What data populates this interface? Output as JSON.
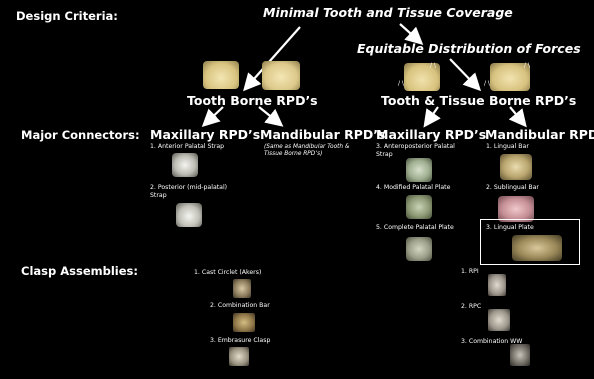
{
  "labels": {
    "design_criteria": "Design Criteria:",
    "major_connectors": "Major Connectors:",
    "clasp_assemblies": "Clasp Assemblies:"
  },
  "criteria": {
    "minimal": "Minimal Tooth and Tissue Coverage",
    "equitable": "Equitable Distribution of Forces"
  },
  "groups": {
    "tooth_borne": "Tooth Borne RPD’s",
    "tooth_tissue_borne": "Tooth & Tissue Borne RPD’s"
  },
  "columns": {
    "tb_maxillary": "Maxillary RPD’s",
    "tb_mandibular": "Mandibular RPD’s",
    "tt_maxillary": "Maxillary RPD’s",
    "tt_mandibular": "Mandibular RPD’s"
  },
  "tb_mandibular_note": "(Same as Mandibular Tooth & Tissue Borne RPD’s)",
  "tb_maxillary_items": [
    "1. Anterior Palatal Strap",
    "2. Posterior (mid-palatal) Strap"
  ],
  "tt_maxillary_items": [
    "3. Anteroposterior Palatal Strap",
    "4. Modified Palatal Plate",
    "5. Complete Palatal Plate"
  ],
  "tt_mandibular_items": [
    "1. Lingual Bar",
    "2. Sublingual Bar",
    "3. Lingual Plate"
  ],
  "clasps_left": [
    "1. Cast Circlet (Akers)",
    "2. Combination Bar",
    "3. Embrasure Clasp"
  ],
  "clasps_right": [
    "1. RPI",
    "2. RPC",
    "3. Combination WW"
  ],
  "colors": {
    "background": "#000000",
    "text": "#ffffff",
    "cast_model": "#e8d9a0",
    "highlight_box": "#ffffff"
  }
}
